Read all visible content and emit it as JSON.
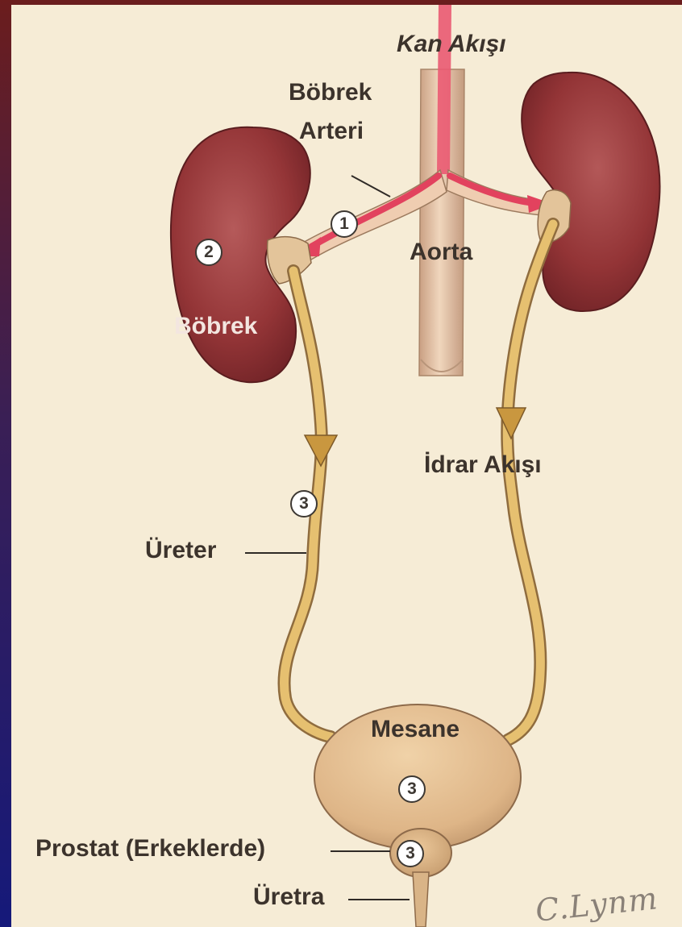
{
  "labels": {
    "blood_flow": "Kan Akışı",
    "renal_artery_line1": "Böbrek",
    "renal_artery_line2": "Arteri",
    "aorta": "Aorta",
    "kidney": "Böbrek",
    "urine_flow": "İdrar Akışı",
    "ureter": "Üreter",
    "bladder": "Mesane",
    "prostate": "Prostat (Erkeklerde)",
    "urethra": "Üretra"
  },
  "markers": {
    "renal_artery": "1",
    "kidney": "2",
    "ureter": "3",
    "bladder": "3",
    "prostate": "3"
  },
  "signature": "C.Lynm",
  "colors": {
    "background": "#f6ecd6",
    "kidney": "#9a3a3c",
    "aorta": "#e8c4a4",
    "artery": "#e0415c",
    "ureter": "#e0b85a",
    "bladder": "#e2bc90",
    "label_text": "#3c332c"
  }
}
